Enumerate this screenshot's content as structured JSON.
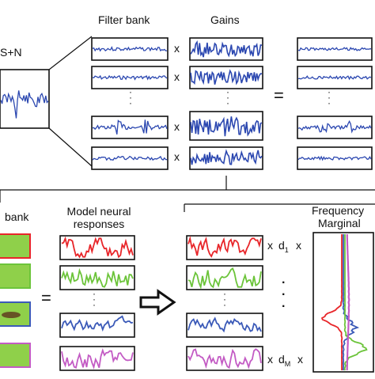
{
  "labels": {
    "input": "S+N",
    "filter_bank": "Filter bank",
    "gains": "Gains",
    "bank_partial": "bank",
    "model_line1": "Model neural",
    "model_line2": "responses",
    "freq_line1": "Frequency",
    "freq_line2": "Marginal"
  },
  "operators": {
    "times": "x",
    "equals": "=",
    "dots_vertical": ".\n.\n.",
    "d1": "d",
    "d1_sub": "1",
    "dM": "d",
    "dM_sub": "M"
  },
  "colors": {
    "signal_blue": "#2b47b0",
    "red": "#e8262a",
    "green": "#6cc43a",
    "blue": "#3b5ab8",
    "magenta": "#c35bc4",
    "spectro_bg": "#8fd04a"
  }
}
